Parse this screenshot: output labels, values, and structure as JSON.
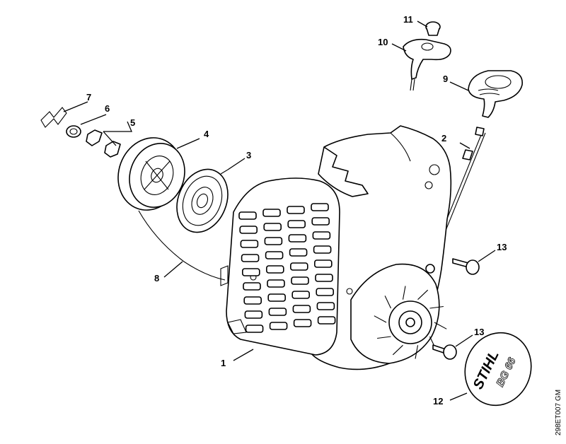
{
  "callouts": {
    "c1": "1",
    "c2": "2",
    "c3": "3",
    "c4": "4",
    "c5": "5",
    "c6": "6",
    "c7": "7",
    "c8": "8",
    "c9": "9",
    "c10": "10",
    "c11": "11",
    "c12": "12",
    "c13a": "13",
    "c13b": "13"
  },
  "logo": {
    "brand": "STIHL",
    "model": "BG 66"
  },
  "drawing_code": "298ET007 GM",
  "colors": {
    "line": "#000000",
    "background": "#ffffff"
  }
}
